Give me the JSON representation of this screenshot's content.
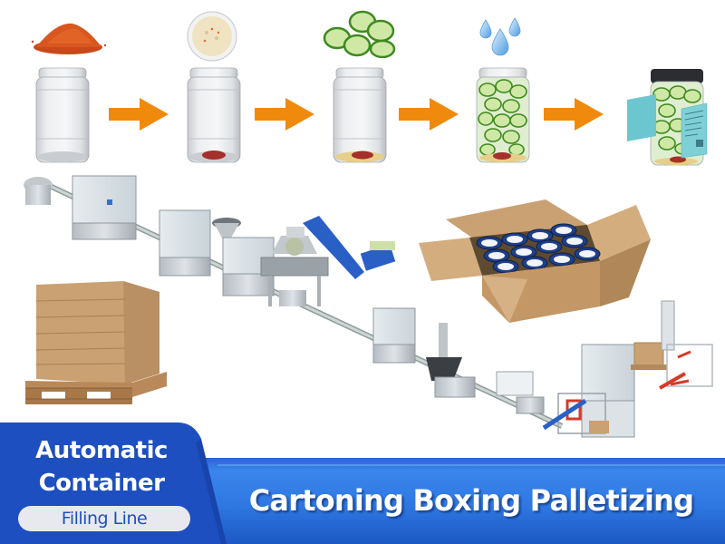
{
  "banner_left": {
    "line1": "Automatic",
    "line2": "Container",
    "pill": "Filling Line"
  },
  "banner_right": {
    "title": "Cartoning Boxing Palletizing"
  },
  "process_steps": [
    {
      "ingredient": "chili-powder",
      "jar_state": "empty-jar"
    },
    {
      "ingredient": "sauce-bowl",
      "jar_state": "jar-with-paste"
    },
    {
      "ingredient": "cucumber-slices",
      "jar_state": "jar-with-sauce"
    },
    {
      "ingredient": "water-drops",
      "jar_state": "jar-filled-cucumbers"
    },
    {
      "ingredient": "label",
      "jar_state": "capped-labeled-jar"
    }
  ],
  "colors": {
    "arrow": "#f08a0c",
    "banner_dark_blue": "#1e4fc0",
    "banner_light_blue": "#2f7de6",
    "cardboard": "#c9a173",
    "label_teal": "#6cc6cf"
  }
}
